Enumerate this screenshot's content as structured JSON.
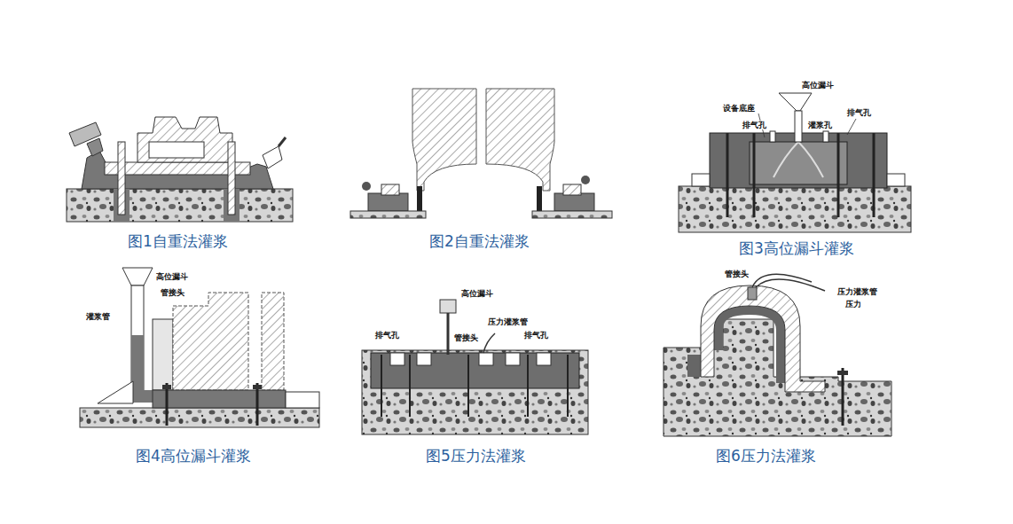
{
  "diagram": {
    "labels": [
      "图1自重法灌浆",
      "图2自重法灌浆",
      "图3高位漏斗灌浆",
      "高位漏斗",
      "设备底座",
      "排气孔",
      "灌浆孔",
      "排气孔",
      "高位漏斗",
      "管接头",
      "灌浆管",
      "图4高位漏斗灌浆",
      "高位漏斗",
      "压力灌浆管",
      "排气孔",
      "管接头",
      "排气孔",
      "图5压力法灌浆",
      "管接头",
      "压力灌浆管",
      "压力",
      "图6压力法灌浆"
    ]
  }
}
